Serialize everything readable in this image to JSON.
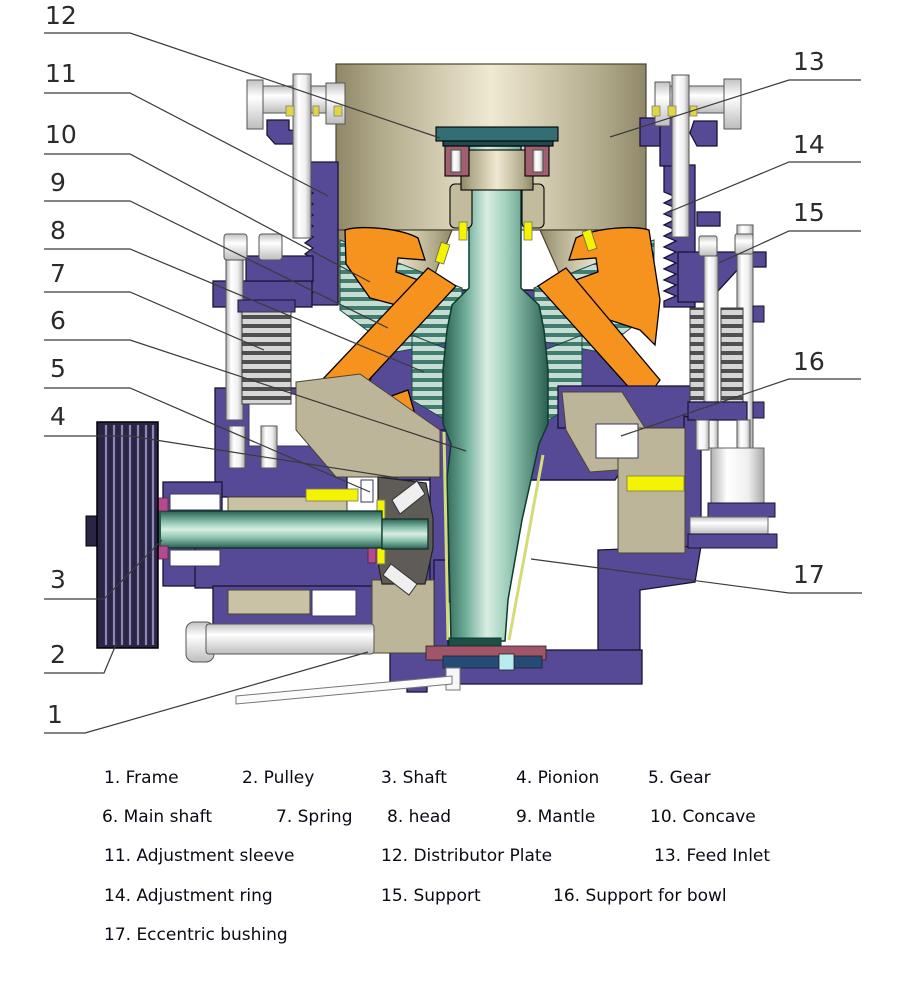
{
  "colors": {
    "purple": "#564a96",
    "orange": "#f6921e",
    "teal_shaft": "#4e8e7e",
    "tan": "#b7b092",
    "yellow": "#f4f400",
    "maroon": "#a05568",
    "navy": "#274b77",
    "cyan": "#b8ecef",
    "magenta": "#b44a8e",
    "leader_line": "#3a3a3a"
  },
  "callouts": [
    {
      "n": "1"
    },
    {
      "n": "2"
    },
    {
      "n": "3"
    },
    {
      "n": "4"
    },
    {
      "n": "5"
    },
    {
      "n": "6"
    },
    {
      "n": "7"
    },
    {
      "n": "8"
    },
    {
      "n": "9"
    },
    {
      "n": "10"
    },
    {
      "n": "11"
    },
    {
      "n": "12"
    },
    {
      "n": "13"
    },
    {
      "n": "14"
    },
    {
      "n": "15"
    },
    {
      "n": "16"
    },
    {
      "n": "17"
    }
  ],
  "legend": {
    "items": [
      {
        "text": "1. Frame"
      },
      {
        "text": "2. Pulley"
      },
      {
        "text": "3. Shaft"
      },
      {
        "text": "4. Pionion"
      },
      {
        "text": "5. Gear"
      },
      {
        "text": "6. Main shaft"
      },
      {
        "text": "7. Spring"
      },
      {
        "text": "8. head"
      },
      {
        "text": "9. Mantle"
      },
      {
        "text": "10. Concave"
      },
      {
        "text": "11. Adjustment sleeve"
      },
      {
        "text": "12. Distributor Plate"
      },
      {
        "text": "13. Feed Inlet"
      },
      {
        "text": "14. Adjustment ring"
      },
      {
        "text": "15. Support"
      },
      {
        "text": "16. Support for bowl"
      },
      {
        "text": "17. Eccentric bushing"
      }
    ]
  }
}
